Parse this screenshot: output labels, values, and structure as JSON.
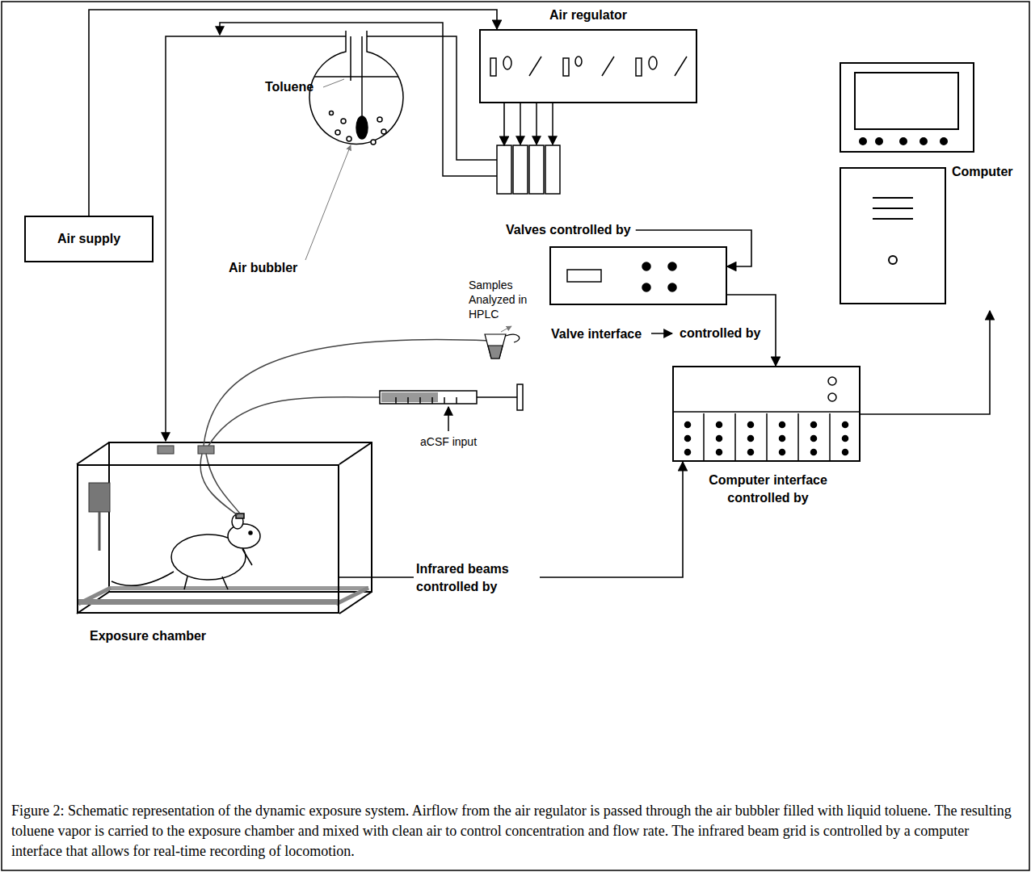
{
  "diagram": {
    "caption": "Figure 2: Schematic representation of the dynamic exposure system. Airflow from the air regulator is passed through the air bubbler filled with liquid toluene. The resulting toluene vapor is carried to the exposure chamber and mixed with clean air to control concentration and flow rate. The infrared beam grid is controlled by a computer interface that allows for real-time recording of locomotion.",
    "nodes": [
      {
        "text": [
          "Air regulator"
        ]
      },
      {
        "text": [
          "Air supply"
        ]
      },
      {
        "text": [
          "Valves controlled by"
        ]
      },
      {
        "text": [
          "Valve interface"
        ]
      },
      {
        "text": [
          "Computer interface controlled by"
        ]
      },
      {
        "text": [
          "Computer"
        ]
      },
      {
        "text": [
          "Exposure chamber"
        ]
      }
    ],
    "edges": [
      {
        "from": 1,
        "to": 0,
        "arrow": "to"
      },
      {
        "from": 0,
        "to": 2,
        "arrow": "to"
      },
      {
        "from": 2,
        "to": 3,
        "arrow": "to"
      },
      {
        "from": 3,
        "to": 4,
        "label": "controlled by",
        "arrow": "to"
      },
      {
        "from": 6,
        "to": 4,
        "label": "Infrared beams controlled by",
        "arrow": "to"
      },
      {
        "from": 4,
        "to": 5,
        "arrow": "to"
      }
    ],
    "labels": [
      "Toluene",
      "Air bubbler",
      "Samples Analyzed in HPLC",
      "aCSF input"
    ]
  }
}
